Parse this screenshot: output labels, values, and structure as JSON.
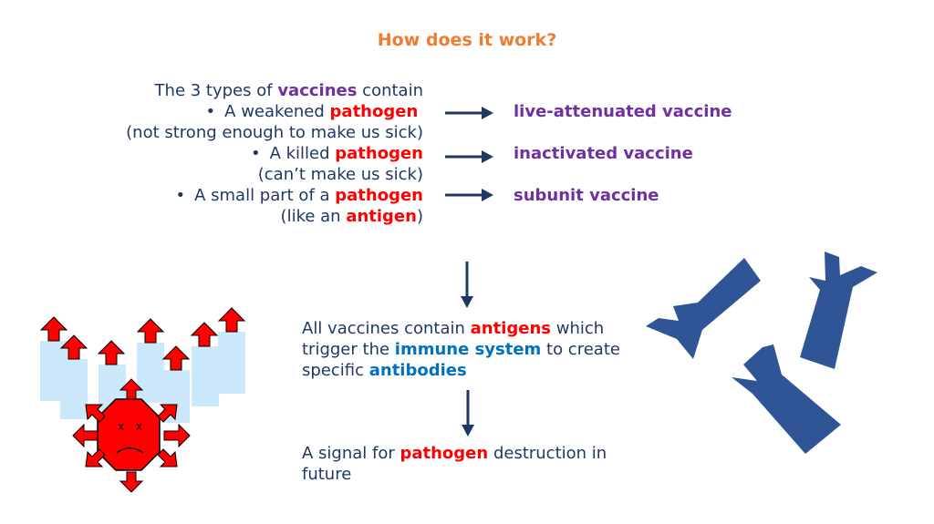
{
  "title": "How does it work?",
  "types": {
    "intro_a": "The 3 types of ",
    "intro_b": "vaccines",
    "intro_c": " contain",
    "bullet": "•",
    "item1_a": "A weakened ",
    "item1_b": "pathogen",
    "item1_note": "(not strong enough to make us sick)",
    "item2_a": "A killed ",
    "item2_b": "pathogen",
    "item2_note": "(can’t make us sick)",
    "item3_a": "A small part of a ",
    "item3_b": "pathogen",
    "item3_note_a": "(like an ",
    "item3_note_b": "antigen",
    "item3_note_c": ")"
  },
  "vaccines": {
    "live": "live-attenuated vaccine",
    "inactivated": "inactivated vaccine",
    "subunit": "subunit vaccine"
  },
  "middle": {
    "a": "All vaccines contain ",
    "b": "antigens",
    "c": " which",
    "d": "trigger the ",
    "e": "immune system",
    "f": " to create",
    "g": "specific ",
    "h": "antibodies"
  },
  "bottom": {
    "a": "A signal for ",
    "b": "pathogen",
    "c": " destruction in",
    "d": "future"
  },
  "icons": {
    "pathogen": "pathogen-face-icon",
    "cells": "cell-membrane-icon",
    "antibody": "antibody-icon",
    "arrow": "arrow-icon"
  },
  "colors": {
    "title": "#ed7d31",
    "text": "#1f3864",
    "vaccine": "#7030a0",
    "pathogen": "#ff0000",
    "immune": "#0070c0",
    "antibody": "#2f5597",
    "cell": "#cce8fb"
  }
}
